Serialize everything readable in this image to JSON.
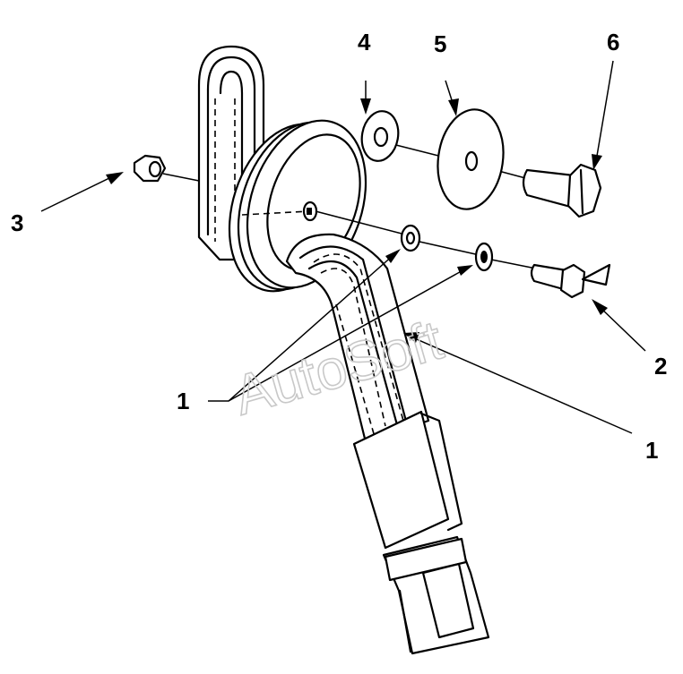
{
  "callouts": {
    "c1a": "1",
    "c1b": "1",
    "c2": "2",
    "c3": "3",
    "c4": "4",
    "c5": "5",
    "c6": "6"
  },
  "watermark": "AutoSoft",
  "colors": {
    "ink": "#000000",
    "paper": "#ffffff",
    "watermark": "#c8c8c8"
  }
}
